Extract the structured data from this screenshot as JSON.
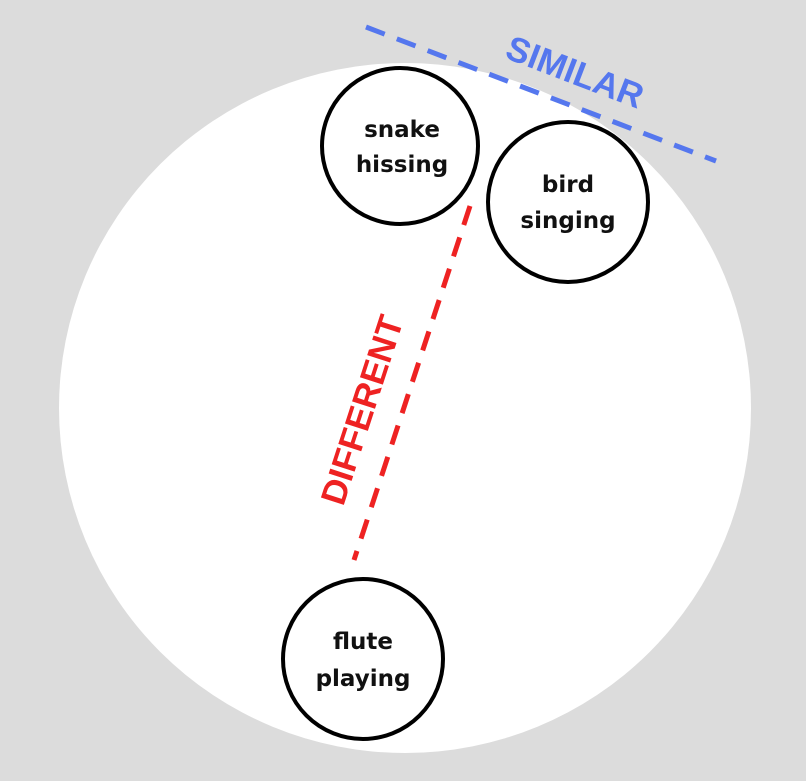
{
  "colors": {
    "background": "#dcdcdc",
    "space": "#ffffff",
    "node_stroke": "#000000",
    "similar": "#5577ee",
    "different": "#ee2222"
  },
  "nodes": {
    "snake": {
      "line1": "snake",
      "line2": "hissing"
    },
    "bird": {
      "line1": "bird",
      "line2": "singing"
    },
    "flute": {
      "line1": "flute",
      "line2": "playing"
    }
  },
  "relations": {
    "similar": {
      "label": "SIMILAR"
    },
    "different": {
      "label": "DIFFERENT"
    }
  }
}
